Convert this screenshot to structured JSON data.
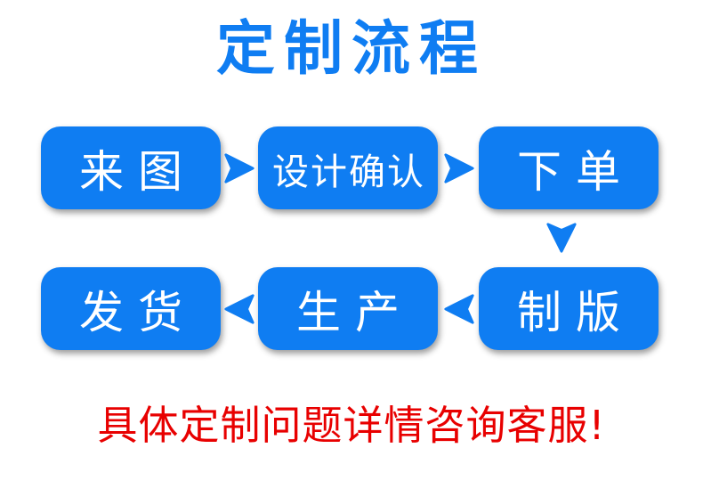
{
  "page": {
    "title": "定制流程",
    "footer_note": "具体定制问题详情咨询客服!"
  },
  "flow": {
    "row1": [
      {
        "label": "来图"
      },
      {
        "label": "设计确认"
      },
      {
        "label": "下单"
      }
    ],
    "row2": [
      {
        "label": "发货"
      },
      {
        "label": "生产"
      },
      {
        "label": "制版"
      }
    ],
    "connectors": [
      "arrow-right",
      "arrow-right",
      "arrow-down",
      "arrow-left",
      "arrow-left"
    ]
  },
  "icons": {
    "arrow_right": "▶",
    "arrow_down": "▼",
    "arrow_left": "◀"
  },
  "colors": {
    "accent_blue": "#0F7DF2",
    "note_red": "#E80000",
    "box_text": "#FFFFFF",
    "background": "#FFFFFF"
  }
}
